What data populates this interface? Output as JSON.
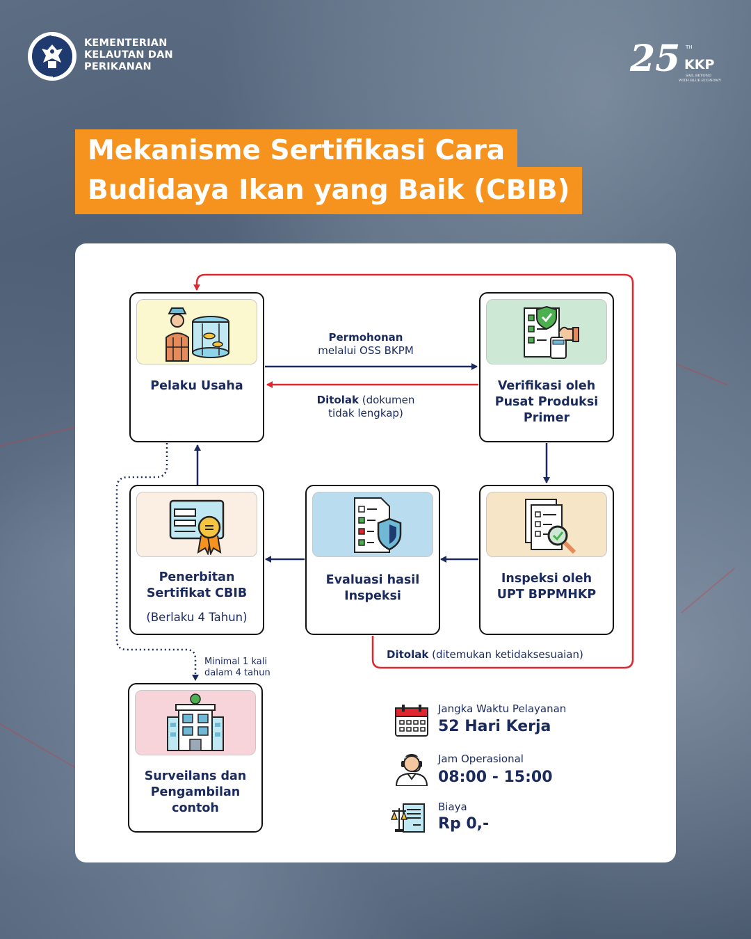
{
  "header": {
    "ministry_line_1": "KEMENTERIAN",
    "ministry_line_2": "KELAUTAN DAN",
    "ministry_line_3": "PERIKANAN",
    "anniversary_number": "25",
    "anniversary_suffix": "TH",
    "anniversary_brand": "KKP",
    "anniversary_tagline_1": "SAIL BEYOND",
    "anniversary_tagline_2": "WITH BLUE ECONOMY"
  },
  "title": {
    "line_1": "Mekanisme Sertifikasi Cara",
    "line_2": "Budidaya Ikan yang Baik (CBIB)"
  },
  "nodes": {
    "pelaku": {
      "label": "Pelaku Usaha",
      "icon": "fish-farmer-icon"
    },
    "verifikasi": {
      "label_1": "Verifikasi oleh",
      "label_2": "Pusat Produksi",
      "label_3": "Primer",
      "icon": "checklist-verification-icon"
    },
    "inspeksi": {
      "label_1": "Inspeksi oleh",
      "label_2": "UPT BPPMHKP",
      "icon": "document-inspection-icon"
    },
    "evaluasi": {
      "label_1": "Evaluasi hasil",
      "label_2": "Inspeksi",
      "icon": "checklist-shield-icon"
    },
    "penerbitan": {
      "label_1": "Penerbitan",
      "label_2": "Sertifikat CBIB",
      "sub": "(Berlaku 4 Tahun)",
      "icon": "certificate-icon"
    },
    "surveilans": {
      "label_1": "Surveilans dan",
      "label_2": "Pengambilan",
      "label_3": "contoh",
      "icon": "office-building-icon"
    }
  },
  "edges": {
    "permohonan_bold": "Permohonan",
    "permohonan_rest": "melalui OSS BKPM",
    "ditolak_1_bold": "Ditolak",
    "ditolak_1_rest": "(dokumen",
    "ditolak_1_line_2": "tidak lengkap)",
    "ditolak_2_bold": "Ditolak",
    "ditolak_2_rest": "(ditemukan ketidaksesuaian)",
    "surveilans_note_1": "Minimal 1 kali",
    "surveilans_note_2": "dalam 4 tahun"
  },
  "info": {
    "waktu": {
      "caption": "Jangka Waktu Pelayanan",
      "value": "52 Hari Kerja",
      "icon": "calendar-icon"
    },
    "jam": {
      "caption": "Jam Operasional",
      "value": "08:00 - 15:00",
      "icon": "customer-service-icon"
    },
    "biaya": {
      "caption": "Biaya",
      "value": "Rp 0,-",
      "icon": "scale-document-icon"
    }
  },
  "colors": {
    "title_bg": "#f6921e",
    "navy": "#1b2a5c",
    "red": "#e0262f"
  }
}
